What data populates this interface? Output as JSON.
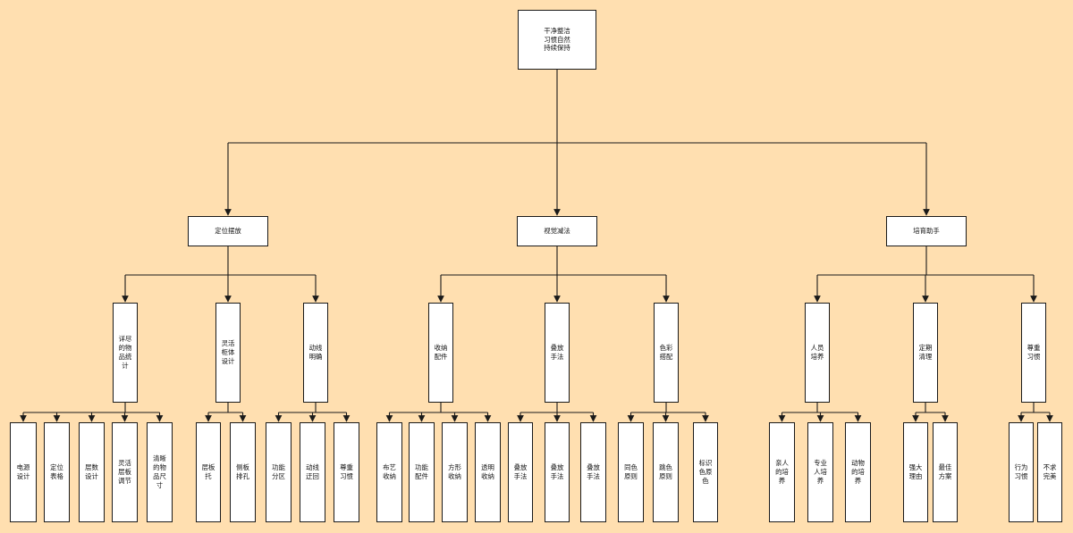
{
  "colors": {
    "background": "#ffdfb0",
    "node_fill": "#ffffff",
    "stroke": "#1a1a1a"
  },
  "diagram": {
    "root": {
      "label": "干净整洁习惯自然持续保持"
    },
    "branches": [
      {
        "label": "定位摆放",
        "groups": [
          {
            "label": "详尽的物品统计",
            "leaves": [
              "电源设计",
              "定位表格",
              "层数设计",
              "灵活层板调节",
              "清晰的物品尺寸"
            ]
          },
          {
            "label": "灵活柜体设计",
            "leaves": [
              "层板托",
              "侧板排孔"
            ]
          },
          {
            "label": "动线明确",
            "leaves": [
              "功能分区",
              "动线迂回",
              "尊重习惯"
            ]
          }
        ]
      },
      {
        "label": "视觉减法",
        "groups": [
          {
            "label": "收纳配件",
            "leaves": [
              "布艺收纳",
              "功能配件",
              "方形收纳",
              "透明收纳"
            ]
          },
          {
            "label": "叠放手法",
            "leaves": [
              "叠放手法",
              "叠放手法",
              "叠放手法"
            ]
          },
          {
            "label": "色彩搭配",
            "leaves": [
              "同色原则",
              "跳色原则",
              "标识色原色"
            ]
          }
        ]
      },
      {
        "label": "培育助手",
        "groups": [
          {
            "label": "人员培养",
            "leaves": [
              "亲人的培养",
              "专业人培养",
              "动物的培养"
            ]
          },
          {
            "label": "定期清理",
            "leaves": [
              "强大理由",
              "最佳方案"
            ]
          },
          {
            "label": "尊重习惯",
            "leaves": [
              "行为习惯",
              "不求完美"
            ]
          }
        ]
      }
    ]
  }
}
